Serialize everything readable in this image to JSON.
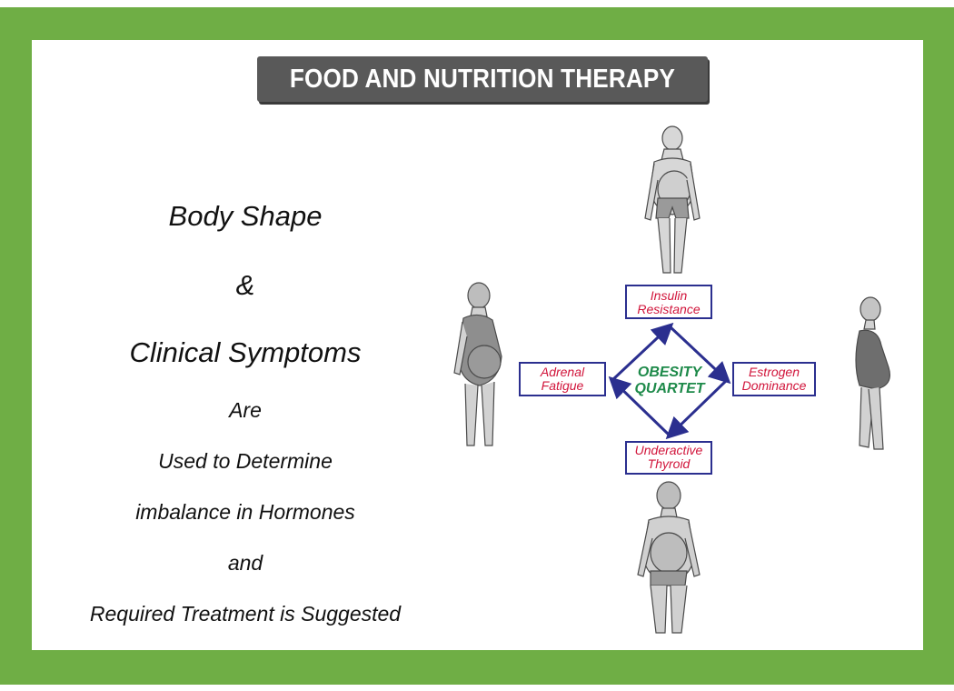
{
  "header": {
    "title": "FOOD AND NUTRITION THERAPY"
  },
  "left_text": {
    "line1": "Body Shape",
    "line2": "&",
    "line3": "Clinical Symptoms",
    "line4": "Are",
    "line5": "Used to Determine",
    "line6": "imbalance in Hormones",
    "line7": "and",
    "line8": "Required Treatment is Suggested"
  },
  "diagram": {
    "center": {
      "line1": "OBESITY",
      "line2": "QUARTET"
    },
    "top_box": {
      "line1": "Insulin",
      "line2": "Resistance"
    },
    "right_box": {
      "line1": "Estrogen",
      "line2": "Dominance"
    },
    "bottom_box": {
      "line1": "Underactive",
      "line2": "Thyroid"
    },
    "left_box": {
      "line1": "Adrenal",
      "line2": "Fatigue"
    }
  },
  "colors": {
    "frame": "#6fae45",
    "title_bar": "#595959",
    "box_border": "#2b2f8f",
    "box_text": "#d1153b",
    "center_text": "#1e8a4a"
  },
  "icons": [
    "male-body-figure",
    "female-body-figure-left",
    "female-body-figure-right",
    "female-body-figure-bottom"
  ]
}
